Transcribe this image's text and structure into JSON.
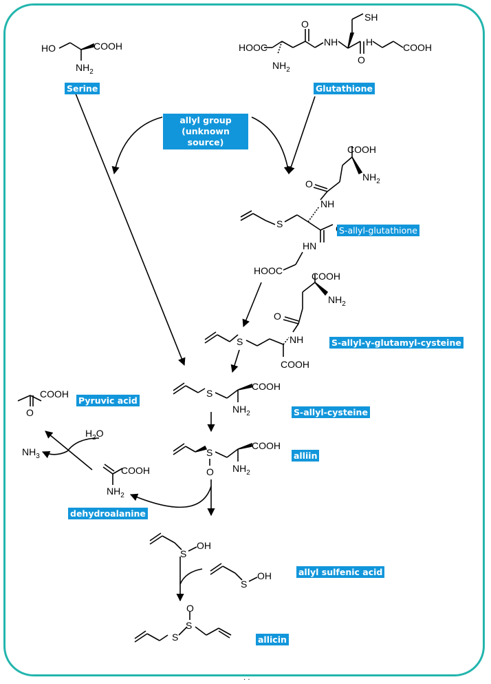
{
  "labels": {
    "serine": "Serine",
    "glutathione": "Glutathione",
    "allyl_source": "allyl group (unknown source)",
    "s_allyl_glutathione": "S-allyl-glutathione",
    "s_allyl_gamma_glutamyl_cysteine": "S-allyl-γ-glutamyl-cysteine",
    "s_allyl_cysteine": "S-allyl-cysteine",
    "pyruvic_acid": "Pyruvic acid",
    "alliin": "alliin",
    "dehydroalanine": "dehydroalanine",
    "allyl_sulfenic_acid": "allyl sulfenic acid",
    "allicin": "allicin"
  },
  "atoms": {
    "cooh": "COOH",
    "hooc": "HOOC",
    "ho": "HO",
    "nh": "NH",
    "hn": "HN",
    "n": "N",
    "h": "H",
    "nh2_base": "NH",
    "sub2": "2",
    "sub3": "3",
    "sh": "SH",
    "s": "S",
    "o": "O",
    "oh": "OH",
    "h2o_h": "H",
    "h2o_o": "O"
  },
  "colors": {
    "border": "#22b5ad",
    "label_bg": "#1296db",
    "label_text": "#ffffff"
  },
  "footer_mark": "· ·"
}
